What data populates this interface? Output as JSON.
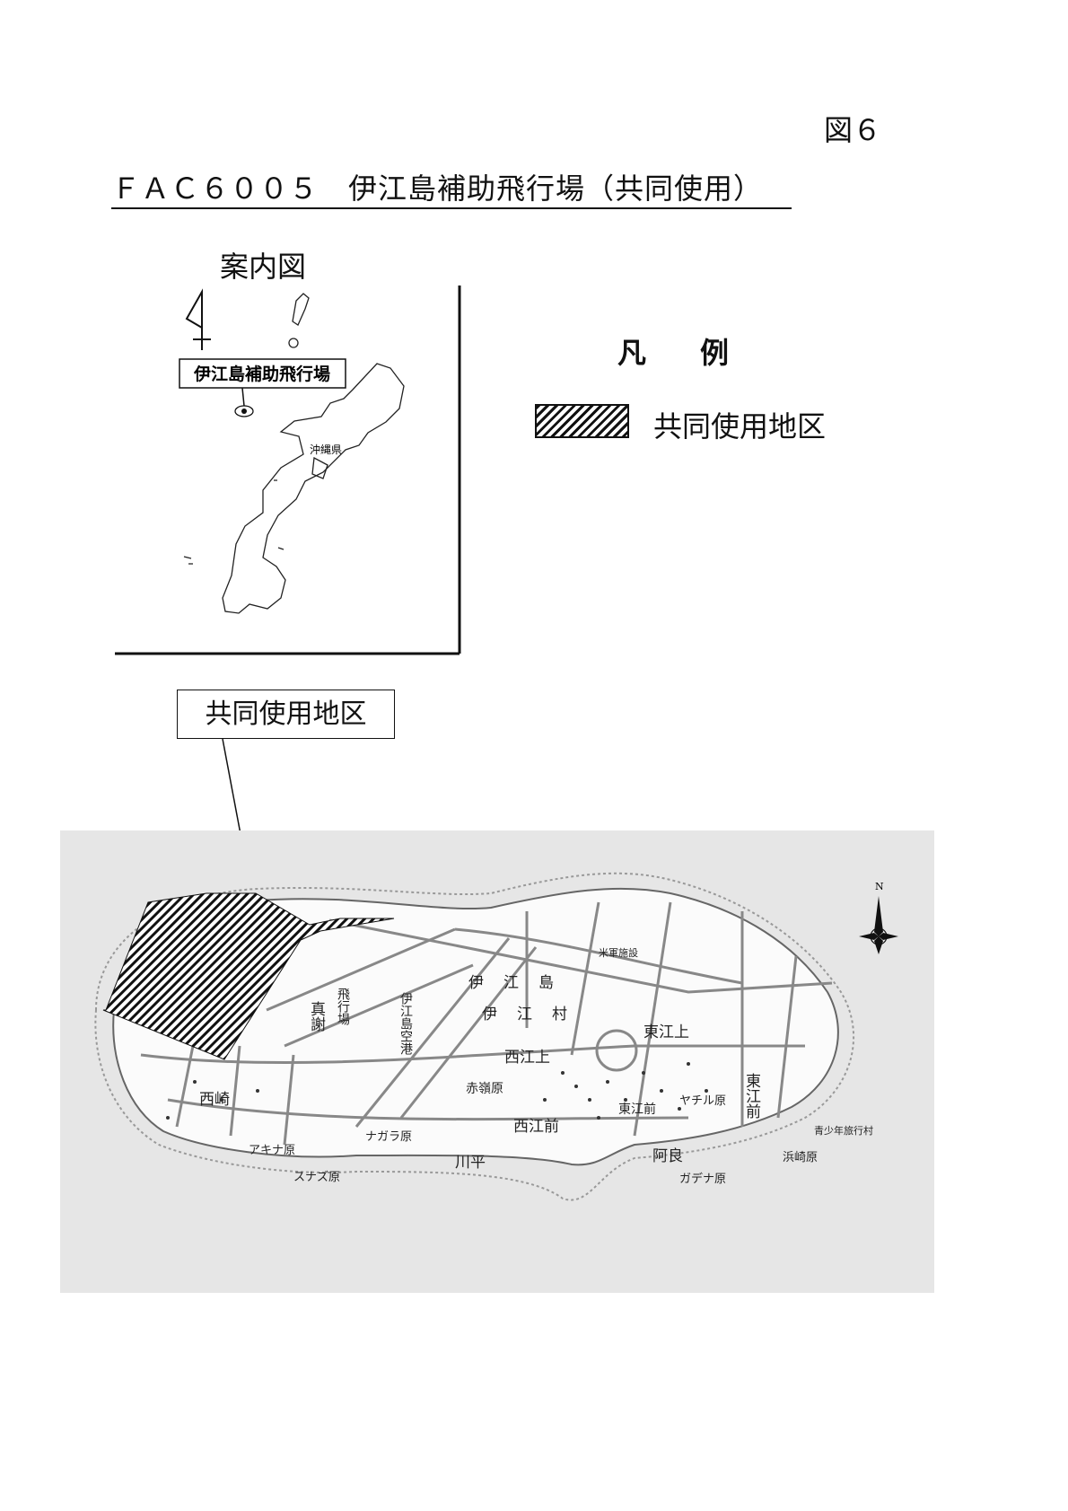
{
  "figure_number": "図６",
  "title": "ＦＡＣ６００５　伊江島補助飛行場（共同使用）",
  "inset": {
    "heading": "案内図",
    "facility_label": "伊江島補助飛行場",
    "prefecture_label": "沖縄県"
  },
  "legend": {
    "heading": "凡例",
    "items": [
      {
        "label": "共同使用地区",
        "pattern": "diagonal-hatch"
      }
    ]
  },
  "callout_label": "共同使用地区",
  "map": {
    "north_label": "N",
    "place_names": [
      "真謝",
      "飛行場",
      "伊江島空港",
      "伊江島",
      "伊江村",
      "東江上",
      "西江上",
      "赤嶺原",
      "西崎",
      "西江前",
      "東江前",
      "東江前",
      "阿良",
      "川平",
      "ナガラ原",
      "アキナ原",
      "スナズ原",
      "ガデナ原",
      "ヤチル原",
      "浜崎原",
      "青少年旅行村",
      "米軍施設"
    ]
  }
}
